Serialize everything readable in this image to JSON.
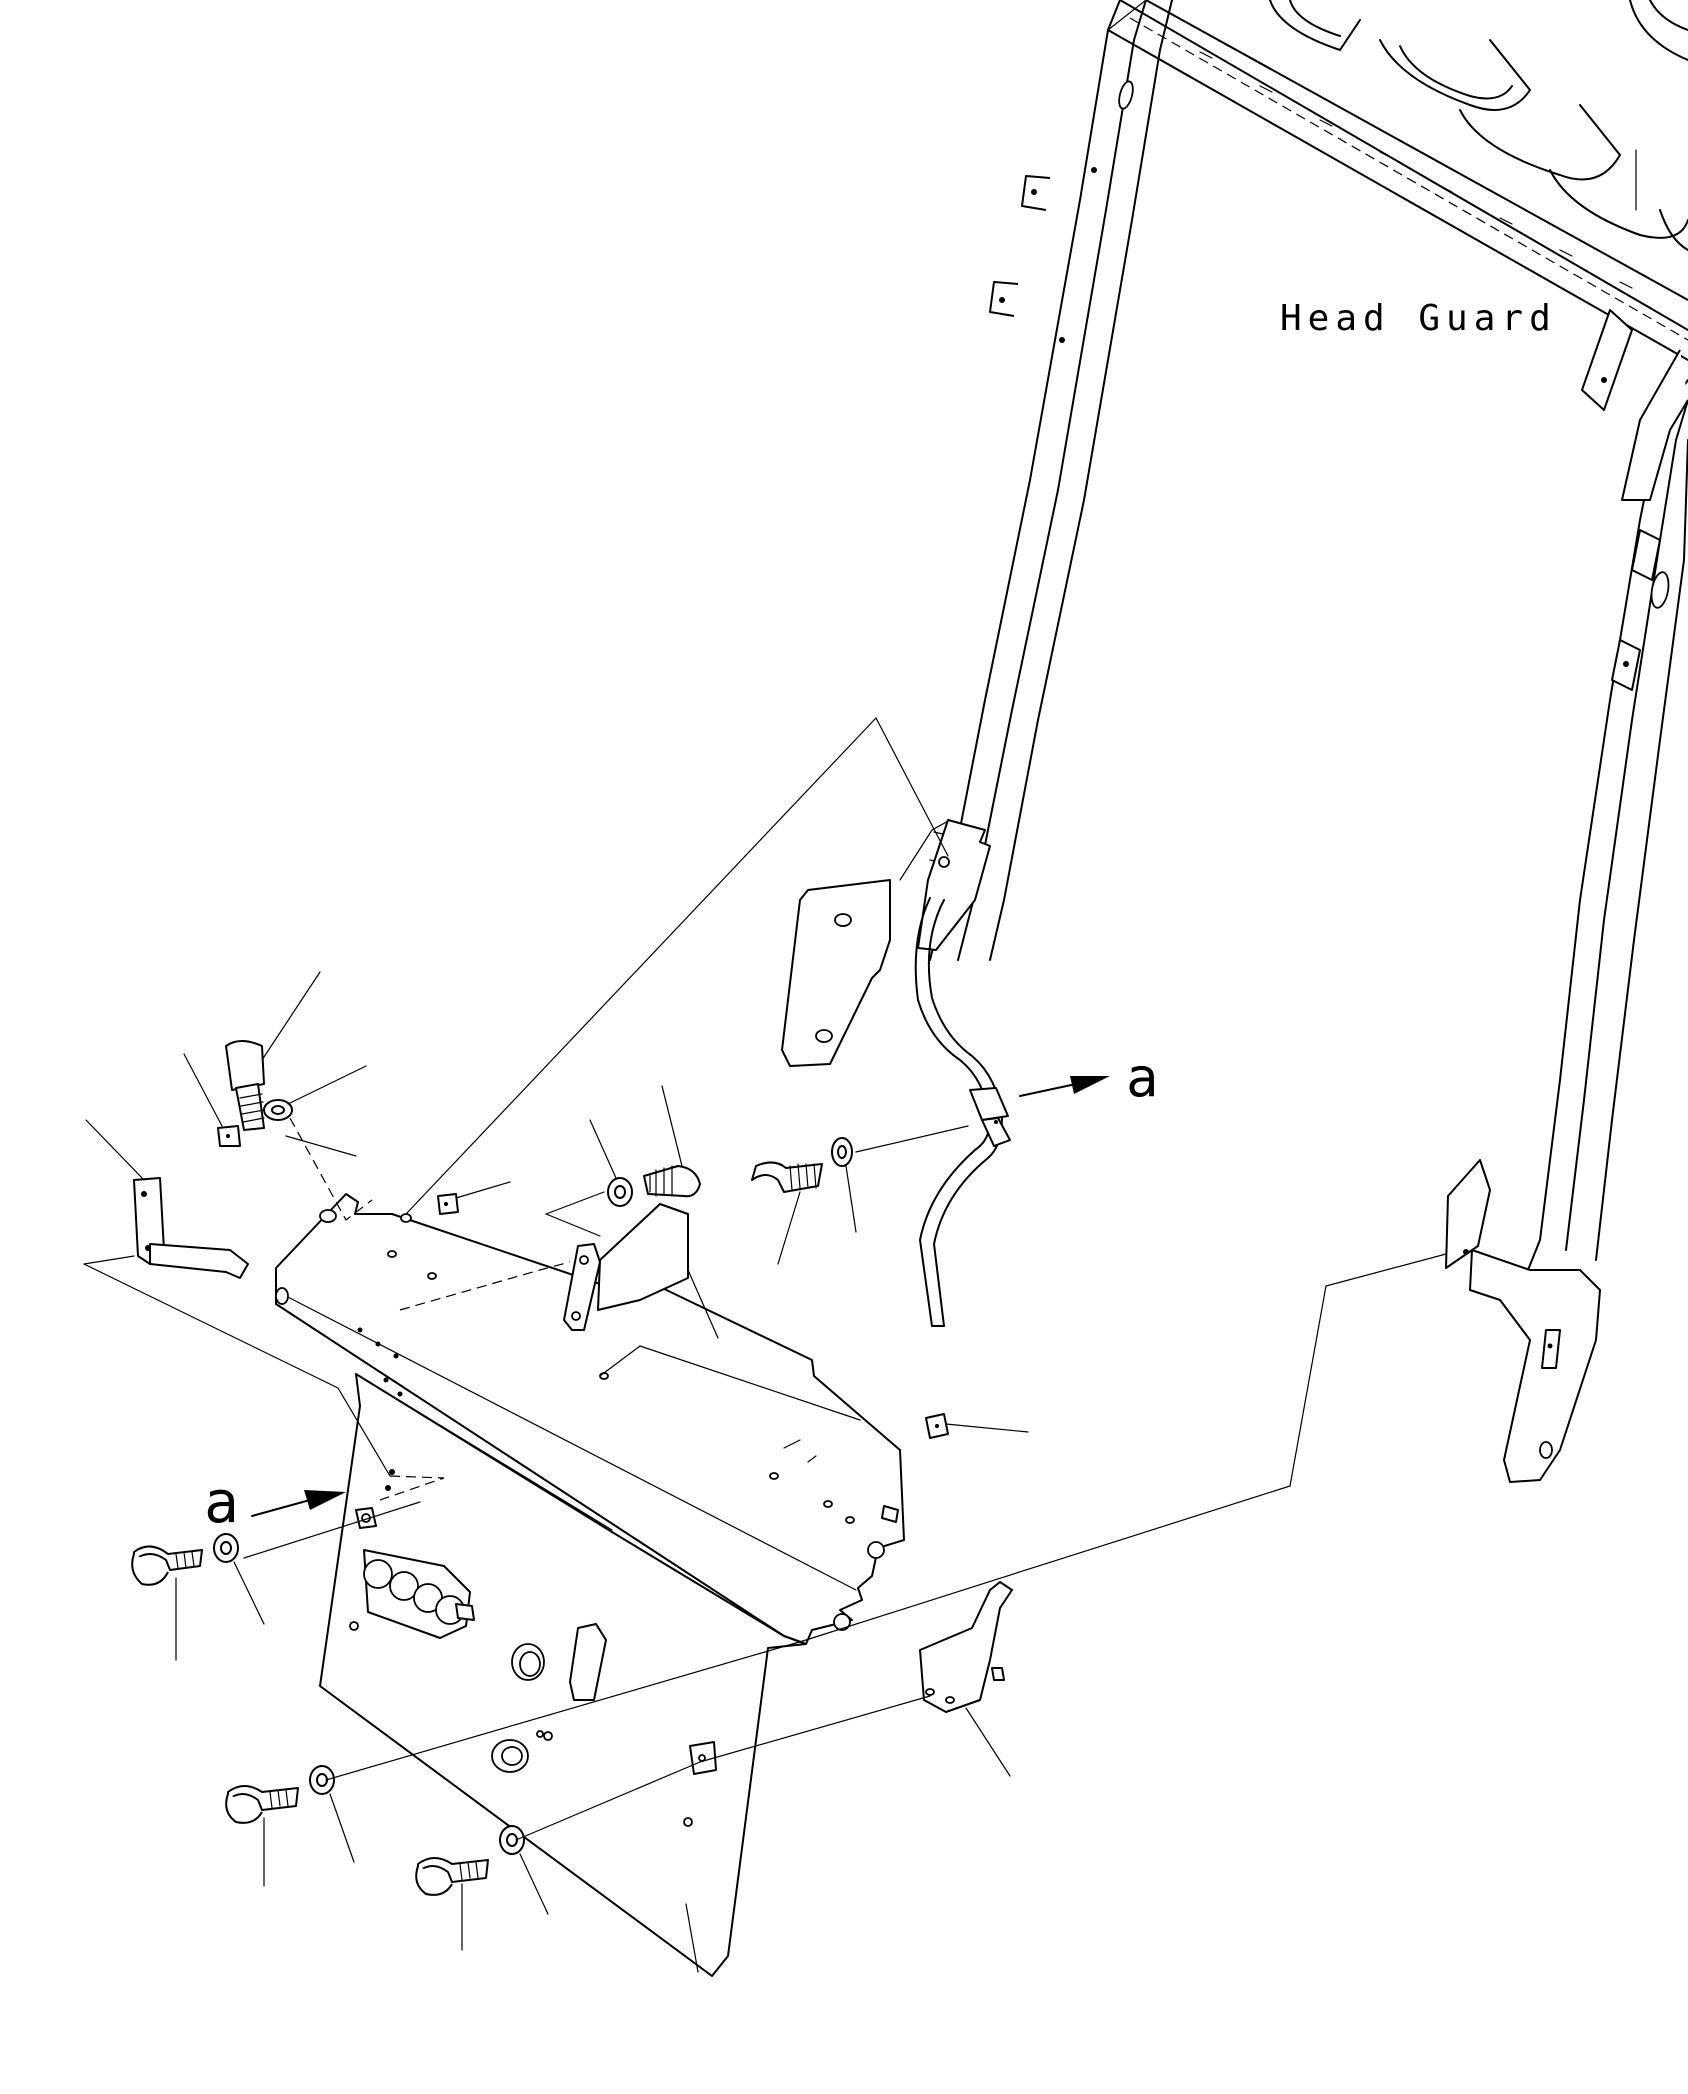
{
  "labels": {
    "head_guard": "Head Guard",
    "arrow_a_right": "a",
    "arrow_a_left": "a"
  },
  "colors": {
    "line": "#000000",
    "background": "#ffffff"
  }
}
